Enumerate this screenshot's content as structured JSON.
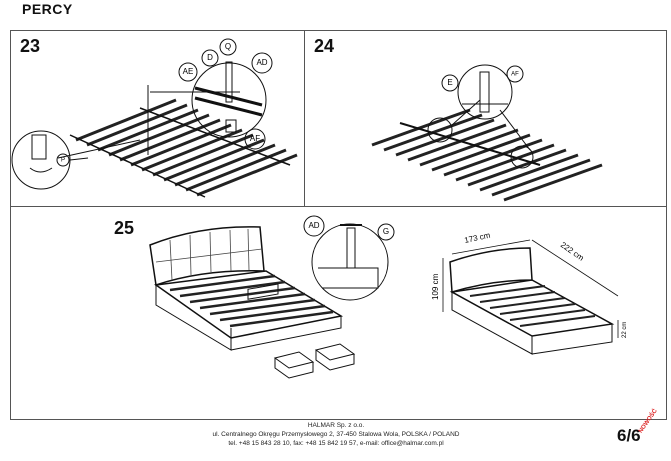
{
  "header": {
    "title": "PERCY"
  },
  "steps": [
    {
      "number": "23",
      "callouts": [
        "AE",
        "D",
        "Q",
        "AD",
        "AF",
        "P"
      ]
    },
    {
      "number": "24",
      "callouts": [
        "E",
        "AF"
      ]
    },
    {
      "number": "25",
      "callouts": [
        "AD",
        "G"
      ]
    }
  ],
  "dimensions": {
    "width": "173 cm",
    "length": "222 cm",
    "height": "109 cm",
    "drawer": "22 cm"
  },
  "footer": {
    "company": "HALMAR Sp. z o.o.",
    "address": "ul. Centralnego Okręgu Przemysłowego 2, 37-450 Stalowa Wola, POLSKA / POLAND",
    "contact": "tel. +48 15 843 28 10, fax: +48 15 842 19 57, e-mail: office@halmar.com.pl"
  },
  "page": {
    "number": "6/6",
    "badge": "NOWOŚĆ"
  }
}
